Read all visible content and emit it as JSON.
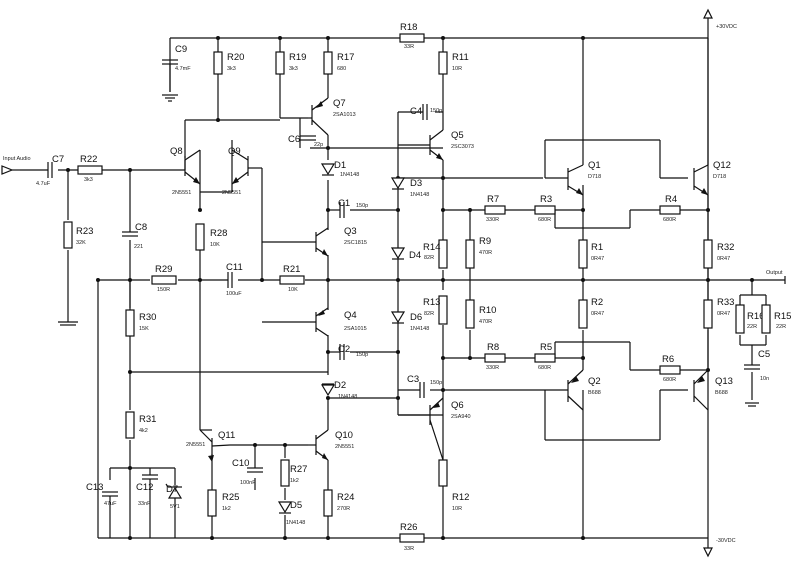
{
  "rails": {
    "pos": "+30VDC",
    "neg": "-30VDC"
  },
  "ports": {
    "input": "Input Audio",
    "output": "Output"
  },
  "components": {
    "C9": "4.7mF",
    "R20": "3k3",
    "R19": "3k3",
    "R17": "680",
    "R18": "33R",
    "R11": "10R",
    "Q7": "2SA1013",
    "C4": "150p",
    "C6": "22p",
    "Q5": "2SC3073",
    "Q8": "2N5551",
    "Q9": "2N5551",
    "C7": "4.7uF",
    "R22": "3k3",
    "D1": "1N4148",
    "D3": "1N4148",
    "Q1": "D718",
    "Q12": "D718",
    "C1": "150p",
    "R7": "330R",
    "R3": "680R",
    "R4": "680R",
    "R23": "32K",
    "C8": "221",
    "R28": "10K",
    "Q3": "2SC1815",
    "R14": "82R",
    "R9": "470R",
    "R1": "0R47",
    "R32": "0R47",
    "D4": "",
    "R29": "150R",
    "C11": "100uF",
    "R21": "10K",
    "R30": "15K",
    "Q4": "2SA1015",
    "D6": "1N4148",
    "R13": "82R",
    "R10": "470R",
    "R2": "0R47",
    "R33": "0R47",
    "R16": "22R",
    "R15": "22R",
    "C2": "150p",
    "R8": "330R",
    "R5": "680R",
    "R6": "680R",
    "C5": "10n",
    "D2": "1N4148",
    "C3": "150p",
    "Q6": "2SA940",
    "Q2": "B688",
    "Q13": "B688",
    "R31": "4k2",
    "Q11": "2N5551",
    "Q10": "2N5551",
    "C10": "100nF",
    "R27": "1k2",
    "C13": "47uF",
    "C12": "33nF",
    "D7": "5V1",
    "R25": "1k2",
    "D5": "1N4148",
    "R24": "270R",
    "R12": "10R",
    "R26": "33R"
  }
}
